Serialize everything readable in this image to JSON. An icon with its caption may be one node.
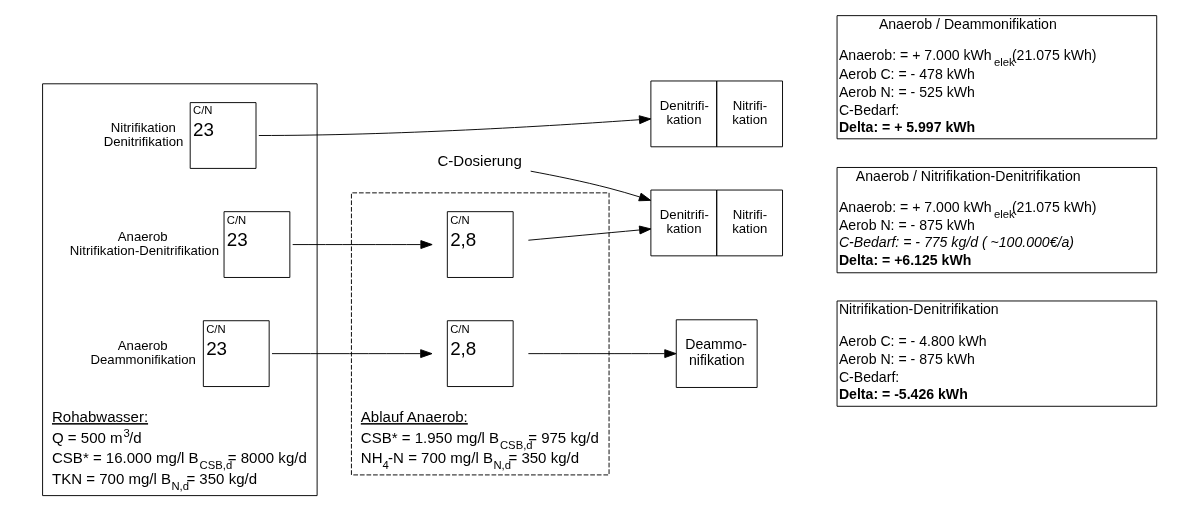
{
  "diagram": {
    "nodes": [
      {
        "text": [
          "Rohabwasser:",
          "Q = 500 m$^{3}$/d",
          "CSB* = 16.000 mg/l B$_{CSB,d}$= 8000 kg/d",
          "TKN = 700 mg/l B$_{N,d}$= 350 kg/d"
        ]
      },
      {
        "text": [
          "C/N",
          "23"
        ],
        "in": 0,
        "beside": [
          "Nitrifikation Denitrifikation"
        ]
      },
      {
        "text": [
          "C/N",
          "23"
        ],
        "in": 0,
        "beside": [
          "Anaerob Nitrifikation-Denitrifikation"
        ]
      },
      {
        "text": [
          "C/N",
          "23"
        ],
        "in": 0,
        "beside": [
          "Anaerob Deammonifikation"
        ]
      },
      {
        "text": [
          "Ablauf Anaerob:",
          "CSB* = 1.950 mg/l B$_{CSB,d}$= 975 kg/d",
          "NH$_{4}$-N = 700 mg/l B$_{N,d}$= 350 kg/d"
        ]
      },
      {
        "text": [
          "C/N",
          "2,8"
        ],
        "in": 4
      },
      {
        "text": [
          "C/N",
          "2,8"
        ],
        "in": 4
      },
      {
        "text": [
          "Denitrifi- kation",
          "Nitrifi- kation"
        ]
      },
      {
        "text": [
          "Denitrifi- kation",
          "Nitrifi- kation"
        ]
      },
      {
        "text": [
          "Deammo- nifikation"
        ]
      },
      {
        "text": [
          "C-Dosierung"
        ]
      },
      {
        "text": [
          "Nitrifikation-Denitrifikation",
          "Aerob C: = - 4.800 kWh",
          "Aerob N: = - 875 kWh",
          "C-Bedarf:",
          "Delta: = -5.426 kWh"
        ]
      },
      {
        "text": [
          "Anaerob / Nitrifikation-Denitrifikation",
          "Anaerob: = + 7.000 kWh$_{elek}$(21.075 kWh)",
          "Aerob N: = - 875 kWh",
          "C-Bedarf: = - 775 kg/d ( ~100.000€/a)",
          "Delta: = +6.125 kWh"
        ]
      },
      {
        "text": [
          "Anaerob / Deammonifikation",
          "Anaerob: = + 7.000 kWh$_{elek}$(21.075 kWh)",
          "Aerob C: = - 478 kWh",
          "Aerob N: = - 525 kWh",
          "C-Bedarf:",
          "Delta: = + 5.997 kWh"
        ]
      }
    ],
    "edges": [
      {
        "from": 1,
        "to": 7,
        "arrow": "to"
      },
      {
        "from": 2,
        "to": 5,
        "arrow": "to"
      },
      {
        "from": 5,
        "to": 8,
        "arrow": "to"
      },
      {
        "from": 3,
        "to": 6,
        "arrow": "to"
      },
      {
        "from": 6,
        "to": 9,
        "arrow": "to"
      },
      {
        "from": 10,
        "to": 8,
        "arrow": "to"
      }
    ]
  }
}
